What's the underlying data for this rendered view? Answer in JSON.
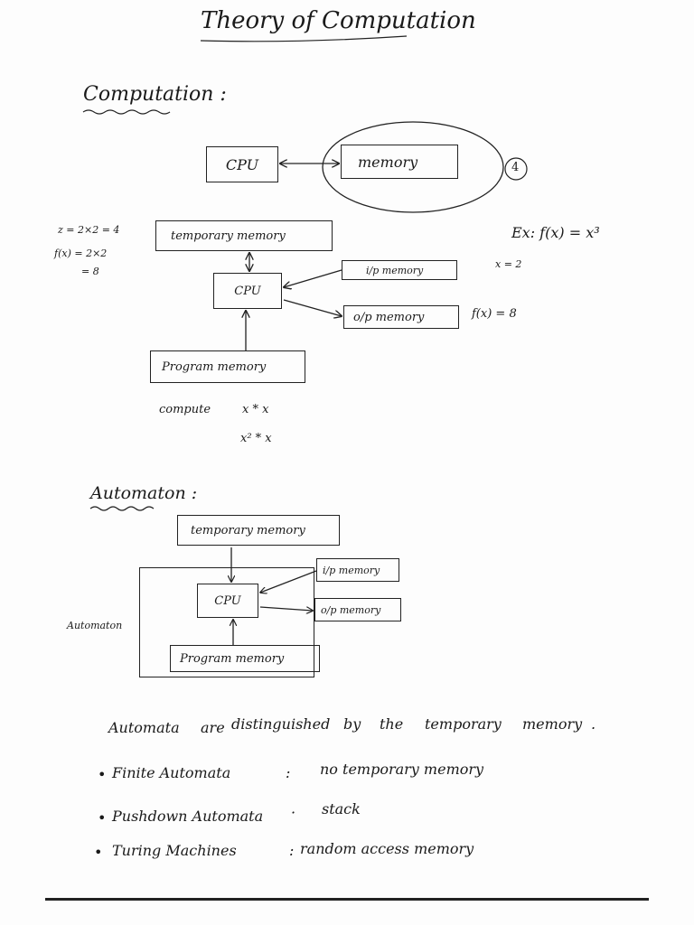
{
  "title": "Theory of Computation",
  "section1": {
    "heading": "Computation :",
    "cpu": "CPU",
    "memory": "memory",
    "page_number": "4",
    "side_calc": [
      "z = 2×2 = 4",
      "f(x) = 2×2",
      "= 8"
    ],
    "example": "Ex: f(x) = x³",
    "x_value": "x = 2",
    "fx_value": "f(x) = 8",
    "temporary_memory": "temporary memory",
    "cpu2": "CPU",
    "ip_memory": "i/p memory",
    "op_memory": "o/p memory",
    "program_memory": "Program memory",
    "compute_label": "compute",
    "expr1": "x * x",
    "expr2": "x² * x"
  },
  "section2": {
    "heading": "Automaton :",
    "temporary_memory": "temporary memory",
    "cpu": "CPU",
    "ip_memory": "i/p memory",
    "op_memory": "o/p memory",
    "program_memory": "Program memory",
    "automaton_label": "Automaton"
  },
  "notes": {
    "line1": [
      "Automata",
      "are",
      "distinguished",
      "by",
      "the",
      "temporary",
      "memory",
      "."
    ],
    "items": [
      {
        "name": "Finite Automata",
        "sep": ":",
        "desc": "no temporary memory"
      },
      {
        "name": "Pushdown Automata",
        "sep": "·",
        "desc": "stack"
      },
      {
        "name": "Turing Machines",
        "sep": ":",
        "desc": "random access memory"
      }
    ]
  }
}
